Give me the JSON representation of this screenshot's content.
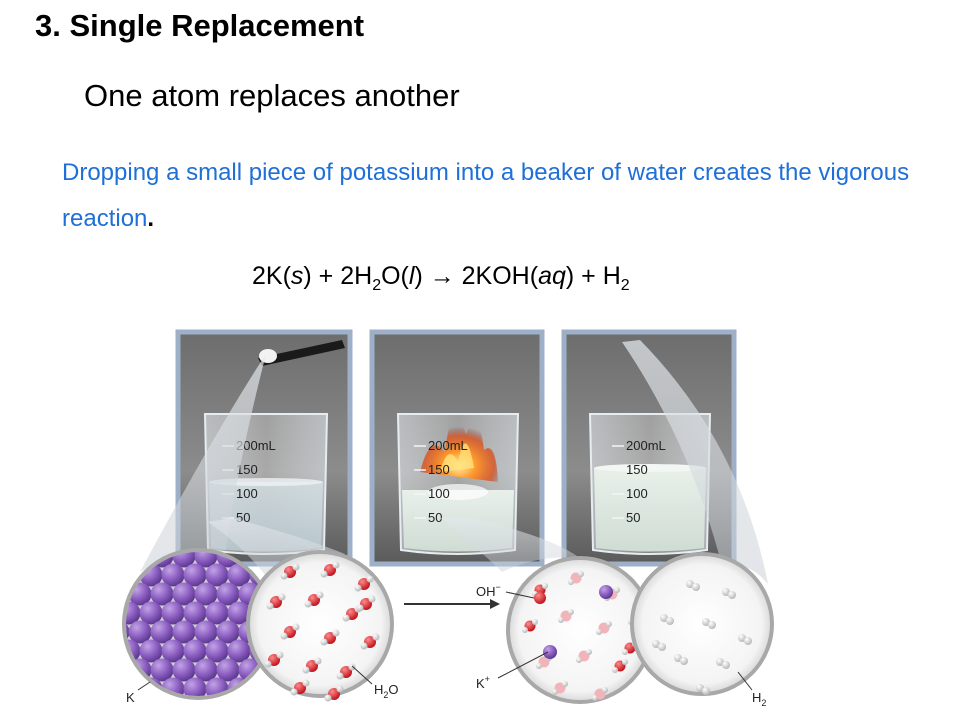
{
  "slide": {
    "heading": "3.  Single Replacement",
    "subheading": "One atom replaces another",
    "description": "Dropping a small piece of potassium into a beaker of water creates the vigorous reaction",
    "description_end": "."
  },
  "equation": {
    "k_coef": "2K(",
    "k_state": "s",
    "close_plus_water": ") + 2H",
    "water_sub": "2",
    "water_o": "O(",
    "water_state": "l",
    "arrow_koh": ") → 2KOH(",
    "koh_state": "aq",
    "plus_h": ") + H",
    "h_sub": "2"
  },
  "figure": {
    "beaker_marks": [
      "200mL",
      "150",
      "100",
      "50"
    ],
    "labels": {
      "k": "K",
      "h2o_h": "H",
      "h2o_sub": "2",
      "h2o_o": "O",
      "oh": "OH",
      "oh_sup": "−",
      "kplus": "K",
      "kplus_sup": "+",
      "h2_h": "H",
      "h2_sub": "2"
    }
  },
  "colors": {
    "description_text": "#1f6fd8",
    "potassium_atom": "#8a5cc0",
    "oxygen_atom": "#d8242c",
    "photo_frame": "#9db0c8"
  }
}
